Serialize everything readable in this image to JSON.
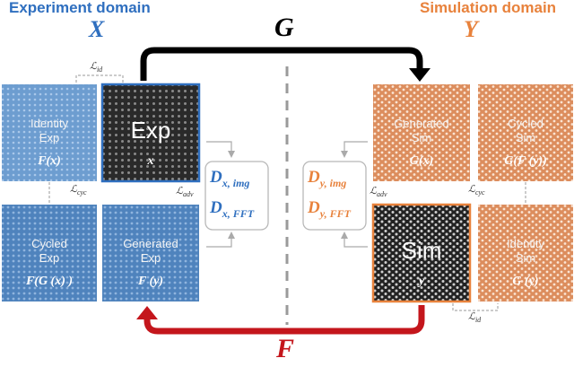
{
  "colors": {
    "exp_accent": "#2f6fbf",
    "sim_accent": "#e8823c",
    "gen_G": "#000000",
    "gen_F": "#c4161c",
    "exp_tile": "#6d9dd0",
    "sim_tile": "#dc8d5d",
    "dark_tile": "#2a2a2a"
  },
  "headers": {
    "exp_domain": "Experiment domain",
    "sim_domain": "Simulation domain",
    "exp_var": "X",
    "sim_var": "Y"
  },
  "generators": {
    "G": "G",
    "F": "F"
  },
  "tiles": {
    "identity_exp": {
      "line1": "Identity",
      "line2": "Exp",
      "sym": "F(x)"
    },
    "exp": {
      "big": "Exp",
      "sym": "x"
    },
    "cycled_exp": {
      "line1": "Cycled",
      "line2": "Exp",
      "sym": "F(G (x) )"
    },
    "generated_exp": {
      "line1": "Generated",
      "line2": "Exp",
      "sym": "F (y)"
    },
    "generated_sim": {
      "line1": "Generated",
      "line2": "Sim",
      "sym": "G(x)"
    },
    "cycled_sim": {
      "line1": "Cycled",
      "line2": "Sim",
      "sym": "G(F (y))"
    },
    "sim": {
      "big": "Sim",
      "sym": "y"
    },
    "identity_sim": {
      "line1": "Identity",
      "line2": "Sim",
      "sym": "G (y)"
    }
  },
  "discriminators": {
    "dx_img": {
      "main": "D",
      "sub": "x, img"
    },
    "dx_fft": {
      "main": "D",
      "sub": "x, FFT"
    },
    "dy_img": {
      "main": "D",
      "sub": "y, img"
    },
    "dy_fft": {
      "main": "D",
      "sub": "y, FFT"
    }
  },
  "losses": {
    "id": {
      "main": "ℒ",
      "sub": "id"
    },
    "cyc": {
      "main": "ℒ",
      "sub": "cyc"
    },
    "adv": {
      "main": "ℒ",
      "sub": "adv"
    }
  }
}
